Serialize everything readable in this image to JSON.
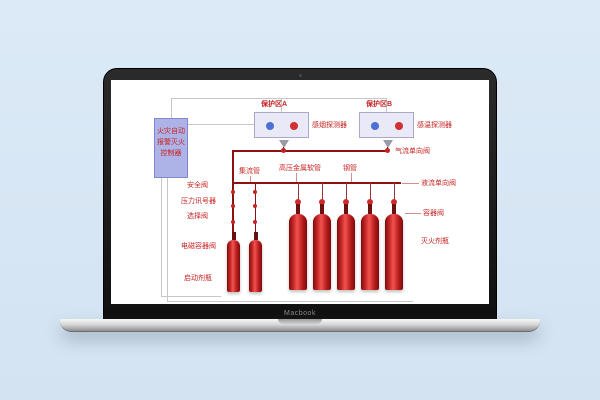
{
  "device": {
    "label": "Macbook"
  },
  "diagram": {
    "controller": {
      "lines": [
        "火灾自动",
        "报警灭火",
        "控制器"
      ]
    },
    "zoneA": {
      "title": "保护区A",
      "detector": "感烟探测器"
    },
    "zoneB": {
      "title": "保护区B",
      "detector": "感温探测器"
    },
    "labels": {
      "safety_valve": "安全阀",
      "pressure_signal": "压力讯号器",
      "selector_valve": "选择阀",
      "solenoid_valve": "电磁容器阀",
      "starter_bottle": "启动剂瓶",
      "manifold": "集流管",
      "hp_hose": "高压金属软管",
      "steel_pipe": "钢管",
      "gas_check": "气流单向阀",
      "liquid_check": "液流单向阀",
      "container_valve": "容器阀",
      "agent_bottle": "灭火剂瓶"
    },
    "colors": {
      "accent_red": "#c62222",
      "pipe_red": "#8e1111",
      "controller_bg": "#adb3e6",
      "zone_bg": "#e9e9f7",
      "lamp_blue": "#4d6fd6",
      "lamp_red": "#d03030"
    }
  }
}
